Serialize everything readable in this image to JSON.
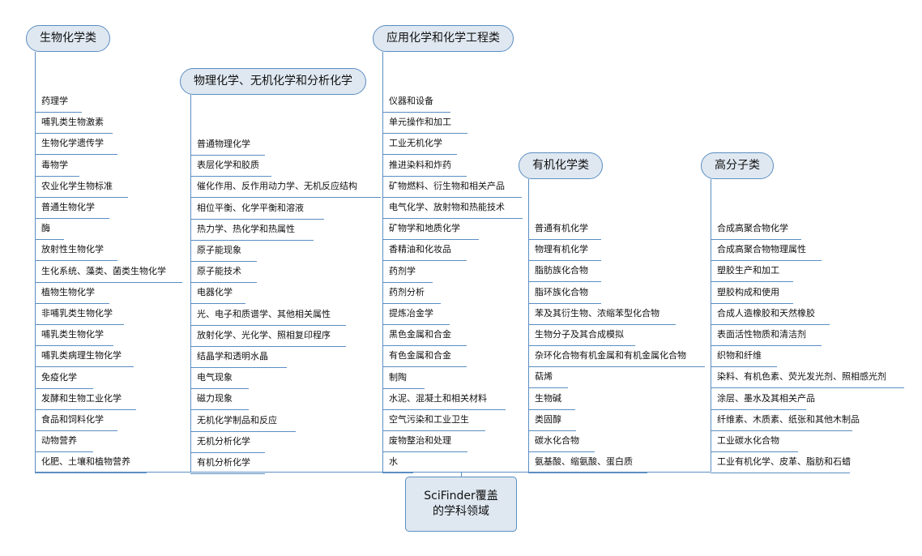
{
  "center": {
    "line1": "SciFinder覆盖",
    "line2": "的学科领域"
  },
  "branches": [
    {
      "title": "生物化学类",
      "items": [
        "药理学",
        "哺乳类生物激素",
        "生物化学遗传学",
        "毒物学",
        "农业化学生物标准",
        "普通生物化学",
        "酶",
        "放射性生物化学",
        "生化系统、藻类、菌类生物化学",
        "植物生物化学",
        "非哺乳类生物化学",
        "哺乳类生物化学",
        "哺乳类病理生物化学",
        "免疫化学",
        "发酵和生物工业化学",
        "食品和饲料化学",
        "动物营养",
        "化肥、土壤和植物营养"
      ]
    },
    {
      "title": "物理化学、无机化学和分析化学",
      "items": [
        "普通物理化学",
        "表层化学和胶质",
        "催化作用、反作用动力学、无机反应结构",
        "相位平衡、化学平衡和溶液",
        "热力学、热化学和热属性",
        "原子能现象",
        "原子能技术",
        "电器化学",
        "光、电子和质谱学、其他相关属性",
        "放射化学、光化学、照相复印程序",
        "结晶学和透明水晶",
        "电气现象",
        "磁力现象",
        "无机化学制品和反应",
        "无机分析化学",
        "有机分析化学"
      ]
    },
    {
      "title": "应用化学和化学工程类",
      "items": [
        "仪器和设备",
        "单元操作和加工",
        "工业无机化学",
        "推进染料和炸药",
        "矿物燃料、衍生物和相关产品",
        "电气化学、放射物和热能技术",
        "矿物学和地质化学",
        "香精油和化妆品",
        "药剂学",
        "药剂分析",
        "提炼冶金学",
        "黑色金属和合金",
        "有色金属和合金",
        "制陶",
        "水泥、混凝土和相关材料",
        "空气污染和工业卫生",
        "废物整治和处理",
        "水"
      ]
    },
    {
      "title": "有机化学类",
      "items": [
        "普通有机化学",
        "物理有机化学",
        "脂肪族化合物",
        "脂环族化合物",
        "苯及其衍生物、浓缩苯型化合物",
        "生物分子及其合成模拟",
        "杂环化合物有机金属和有机金属化合物",
        "萜烯",
        "生物碱",
        "类固醇",
        "碳水化合物",
        "氨基酸、缩氨酸、蛋白质"
      ]
    },
    {
      "title": "高分子类",
      "items": [
        "合成高聚合物化学",
        "合成高聚合物物理属性",
        "塑胶生产和加工",
        "塑胶构成和使用",
        "合成人造橡胶和天然橡胶",
        "表面活性物质和清洁剂",
        "织物和纤维",
        "染料、有机色素、荧光发光剂、照相感光剂",
        "涂层、墨水及其相关产品",
        "纤维素、木质素、纸张和其他木制品",
        "工业碳水化合物",
        "工业有机化学、皮革、脂肪和石蜡"
      ]
    }
  ]
}
